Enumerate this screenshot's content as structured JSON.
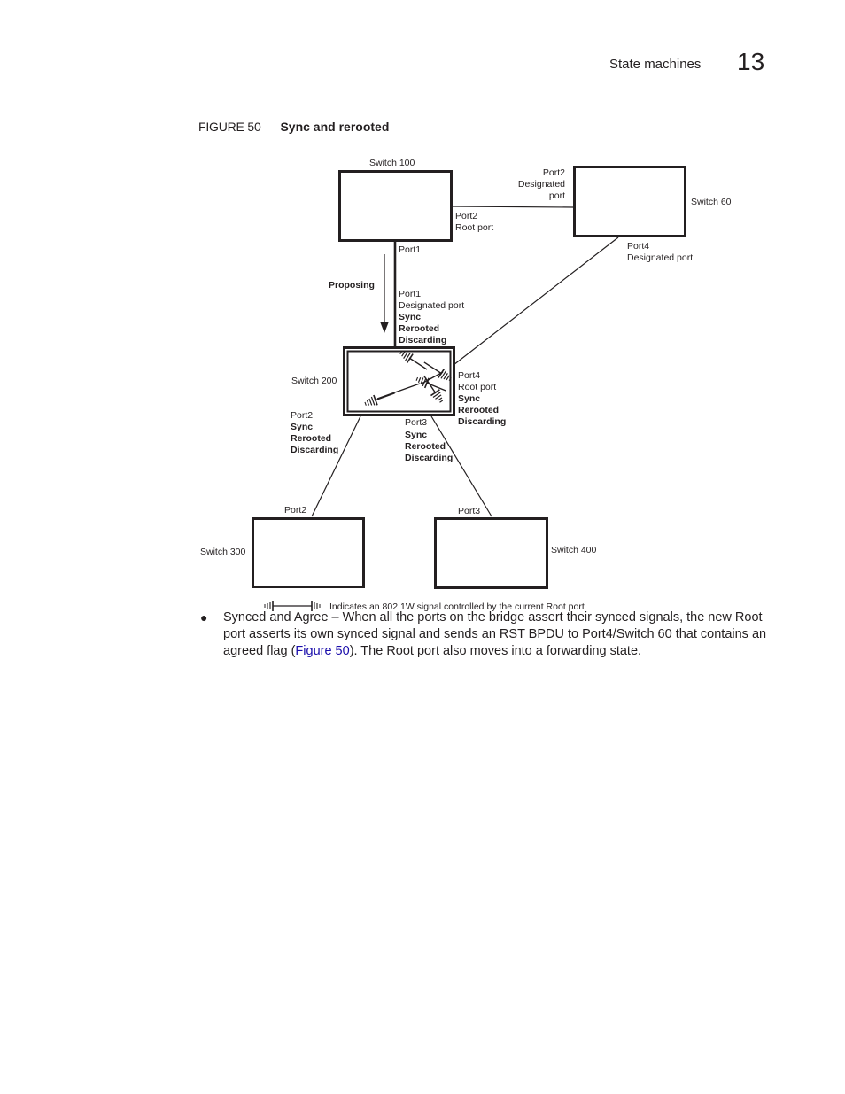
{
  "header": {
    "section_title": "State machines",
    "chapter_number": "13"
  },
  "figure": {
    "number_label": "FIGURE 50",
    "title": "Sync and rerooted",
    "labels": {
      "switch100": "Switch 100",
      "switch60": "Switch 60",
      "switch200": "Switch 200",
      "switch300": "Switch 300",
      "switch400": "Switch 400",
      "s60_port2_l1": "Port2",
      "s60_port2_l2": "Designated",
      "s60_port2_l3": "port",
      "s100_port2_l1": "Port2",
      "s100_port2_l2": "Root port",
      "s60_port4_l1": "Port4",
      "s60_port4_l2": "Designated port",
      "s100_port1": "Port1",
      "proposing": "Proposing",
      "s200_port1_l1": "Port1",
      "s200_port1_l2": "Designated port",
      "s200_port1_l3": "Sync",
      "s200_port1_l4": "Rerooted",
      "s200_port1_l5": "Discarding",
      "s200_port4_l1": "Port4",
      "s200_port4_l2": "Root port",
      "s200_port4_l3": "Sync",
      "s200_port4_l4": "Rerooted",
      "s200_port4_l5": "Discarding",
      "s200_port2_l1": "Port2",
      "s200_port2_l2": "Sync",
      "s200_port2_l3": "Rerooted",
      "s200_port2_l4": "Discarding",
      "s200_port3_l1": "Port3",
      "s200_port3_l2": "Sync",
      "s200_port3_l3": "Rerooted",
      "s200_port3_l4": "Discarding",
      "s300_port2": "Port2",
      "s400_port3": "Port3",
      "legend": "Indicates an 802.1W signal controlled by the current Root port"
    }
  },
  "body": {
    "bullets": [
      {
        "term": "Synced and Agree",
        "text_before_link": " – When all the ports on the bridge assert their synced signals, the new Root port asserts its own synced signal and sends an RST BPDU to Port4/Switch 60 that contains an agreed flag (",
        "link_text": "Figure 50",
        "text_after_link": "). The Root port also moves into a forwarding state."
      }
    ]
  }
}
